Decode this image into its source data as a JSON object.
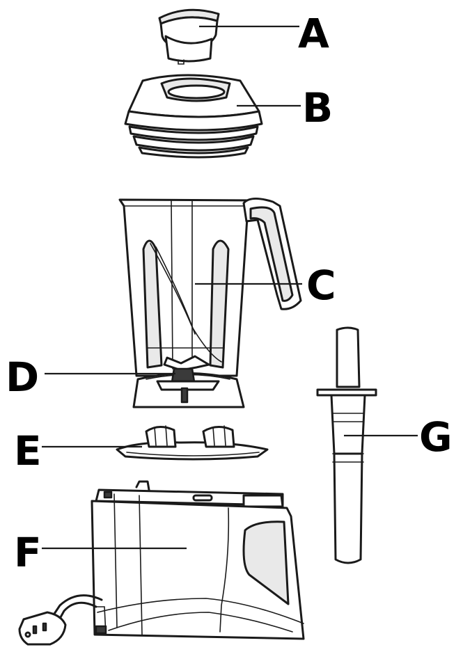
{
  "labels": {
    "a": "A",
    "b": "B",
    "c": "C",
    "d": "D",
    "e": "E",
    "f": "F",
    "g": "G"
  },
  "colors": {
    "line": "#1a1a1a",
    "fill": "#ffffff",
    "shade": "#e9e9e9"
  }
}
